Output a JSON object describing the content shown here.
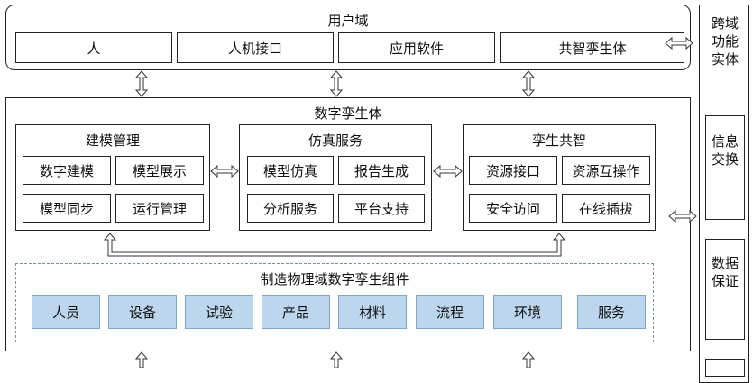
{
  "user_domain": {
    "title": "用户域",
    "items": [
      "人",
      "人机接口",
      "应用软件",
      "共智孪生体"
    ]
  },
  "digital_twin": {
    "title": "数字孪生体",
    "modeling": {
      "title": "建模管理",
      "items": [
        "数字建模",
        "模型展示",
        "模型同步",
        "运行管理"
      ]
    },
    "simulation": {
      "title": "仿真服务",
      "items": [
        "模型仿真",
        "报告生成",
        "分析服务",
        "平台支持"
      ]
    },
    "sharing": {
      "title": "孪生共智",
      "items": [
        "资源接口",
        "资源互操作",
        "安全访问",
        "在线插拔"
      ]
    },
    "components": {
      "title": "制造物理域数字孪生组件",
      "items": [
        "人员",
        "设备",
        "试验",
        "产品",
        "材料",
        "流程",
        "环境",
        "服务"
      ]
    }
  },
  "cross_function": {
    "title": "跨域功能实体",
    "items": [
      "信息交换",
      "数据保证"
    ]
  }
}
